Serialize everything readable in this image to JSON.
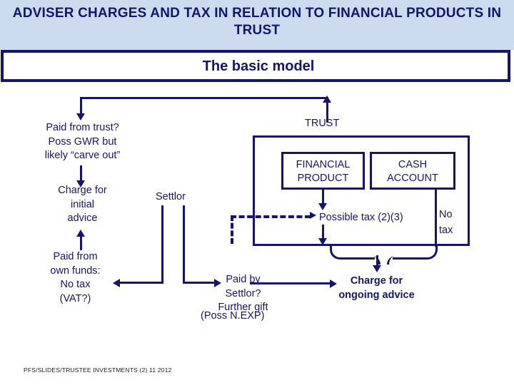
{
  "slide": {
    "title": "ADVISER CHARGES AND TAX IN RELATION TO FINANCIAL PRODUCTS IN TRUST",
    "subtitle": "The basic model",
    "footer": "PFS/SLIDES/TRUSTEE INVESTMENTS (2) 11 2012",
    "colors": {
      "ink": "#15156b",
      "header_band": "#ccdcee",
      "page": "#ffffff"
    }
  },
  "diagram": {
    "labels": {
      "paid_from_trust": "Paid from trust?\nPoss GWR but\nlikely “carve out”",
      "charge_initial": "Charge for\ninitial\nadvice",
      "paid_own_funds": "Paid from\nown funds:\nNo tax\n(VAT?)",
      "settlor": "Settlor",
      "paid_by_settlor": "Paid by\nSettlor?\nFurther gift",
      "poss_nexp": "(Poss N.EXP)",
      "trust": "TRUST",
      "possible_tax": "Possible tax (2)(3)",
      "no_tax": "No\ntax",
      "charge_ongoing": "Charge for\nongoing advice"
    },
    "boxes": {
      "trust_container": "",
      "financial_product": "FINANCIAL\nPRODUCT",
      "cash_account": "CASH\nACCOUNT"
    }
  }
}
